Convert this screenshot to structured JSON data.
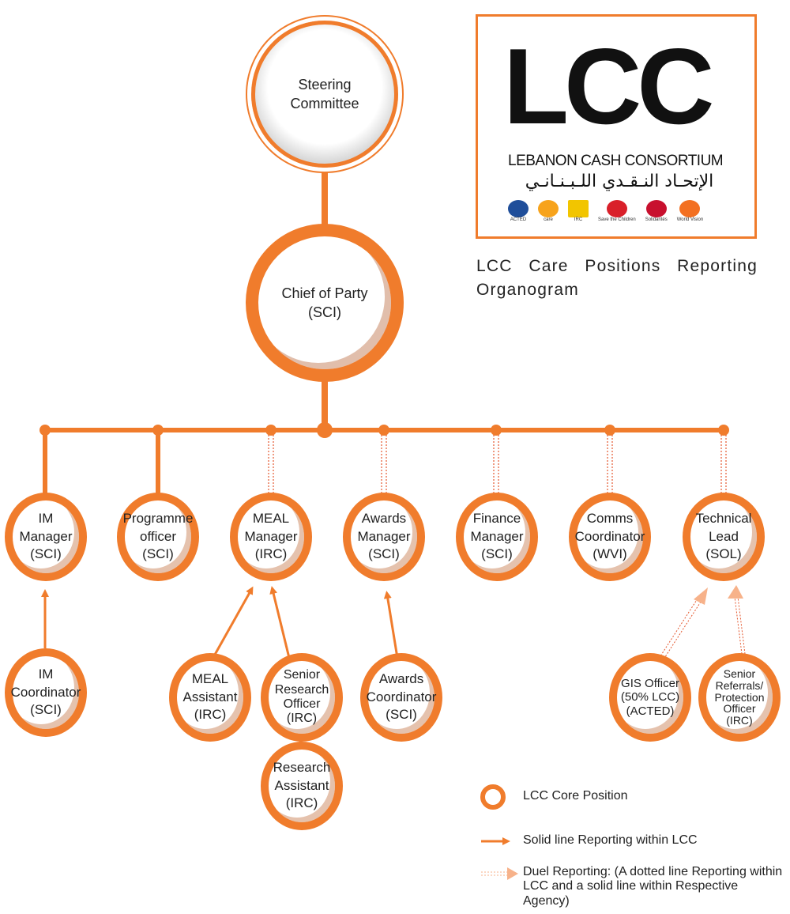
{
  "title": "LCC Care Positions Reporting Organogram",
  "logo": {
    "acronym": "LCC",
    "name_en": "LEBANON CASH CONSORTIUM",
    "name_ar": "الإتحـاد النـقـدي اللـبـنـانـي",
    "partners": [
      {
        "name": "ACTED",
        "color": "#1F4E9A"
      },
      {
        "name": "care",
        "color": "#F7A31C"
      },
      {
        "name": "IRC",
        "color": "#F2C500"
      },
      {
        "name": "Save the Children",
        "color": "#D9202A"
      },
      {
        "name": "Solidarités",
        "color": "#C8102E"
      },
      {
        "name": "World Vision",
        "color": "#F37021"
      }
    ]
  },
  "colors": {
    "accent": "#F07C2C",
    "dotted": "#E4572E"
  },
  "nodes": {
    "steering": [
      "Steering",
      "Committee"
    ],
    "chief": [
      "Chief of Party",
      "(SCI)"
    ],
    "im_manager": [
      "IM",
      "Manager",
      "(SCI)"
    ],
    "programme_officer": [
      "Programme",
      "officer",
      "(SCI)"
    ],
    "meal_manager": [
      "MEAL",
      "Manager",
      "(IRC)"
    ],
    "awards_manager": [
      "Awards",
      "Manager",
      "(SCI)"
    ],
    "finance_manager": [
      "Finance",
      "Manager",
      "(SCI)"
    ],
    "comms_coordinator": [
      "Comms",
      "Coordinator",
      "(WVI)"
    ],
    "technical_lead": [
      "Technical",
      "Lead",
      "(SOL)"
    ],
    "im_coordinator": [
      "IM",
      "Coordinator",
      "(SCI)"
    ],
    "meal_assistant": [
      "MEAL",
      "Assistant",
      "(IRC)"
    ],
    "senior_research_officer": [
      "Senior",
      "Research",
      "Officer",
      "(IRC)"
    ],
    "awards_coordinator": [
      "Awards",
      "Coordinator",
      "(SCI)"
    ],
    "gis_officer": [
      "GIS Officer",
      "(50% LCC)",
      "(ACTED)"
    ],
    "senior_referrals": [
      "Senior",
      "Referrals/",
      "Protection",
      "Officer",
      "(IRC)"
    ],
    "research_assistant": [
      "Research",
      "Assistant",
      "(IRC)"
    ]
  },
  "legend": {
    "core": "LCC Core Position",
    "solid": "Solid line Reporting within LCC",
    "dual": "Duel Reporting: (A dotted line Reporting within LCC and a solid line within Respective Agency)"
  }
}
